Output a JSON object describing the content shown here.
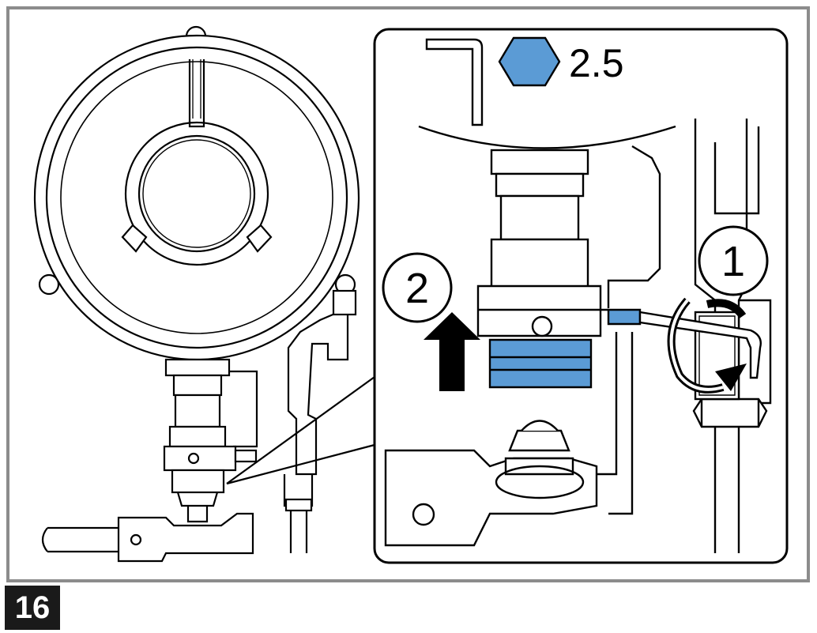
{
  "step": {
    "number": "16"
  },
  "tool": {
    "hex_size": "2.5"
  },
  "callouts": {
    "one": "1",
    "two": "2"
  },
  "colors": {
    "frame": "#8c8c8c",
    "accent_blue": "#5b9bd5",
    "line": "#000000",
    "badge": "#1a1a1a"
  },
  "icons": {
    "tool": "allen-key-icon",
    "hex": "hex-socket-icon",
    "rotate": "rotate-arrow-icon",
    "up": "up-arrow-icon"
  }
}
